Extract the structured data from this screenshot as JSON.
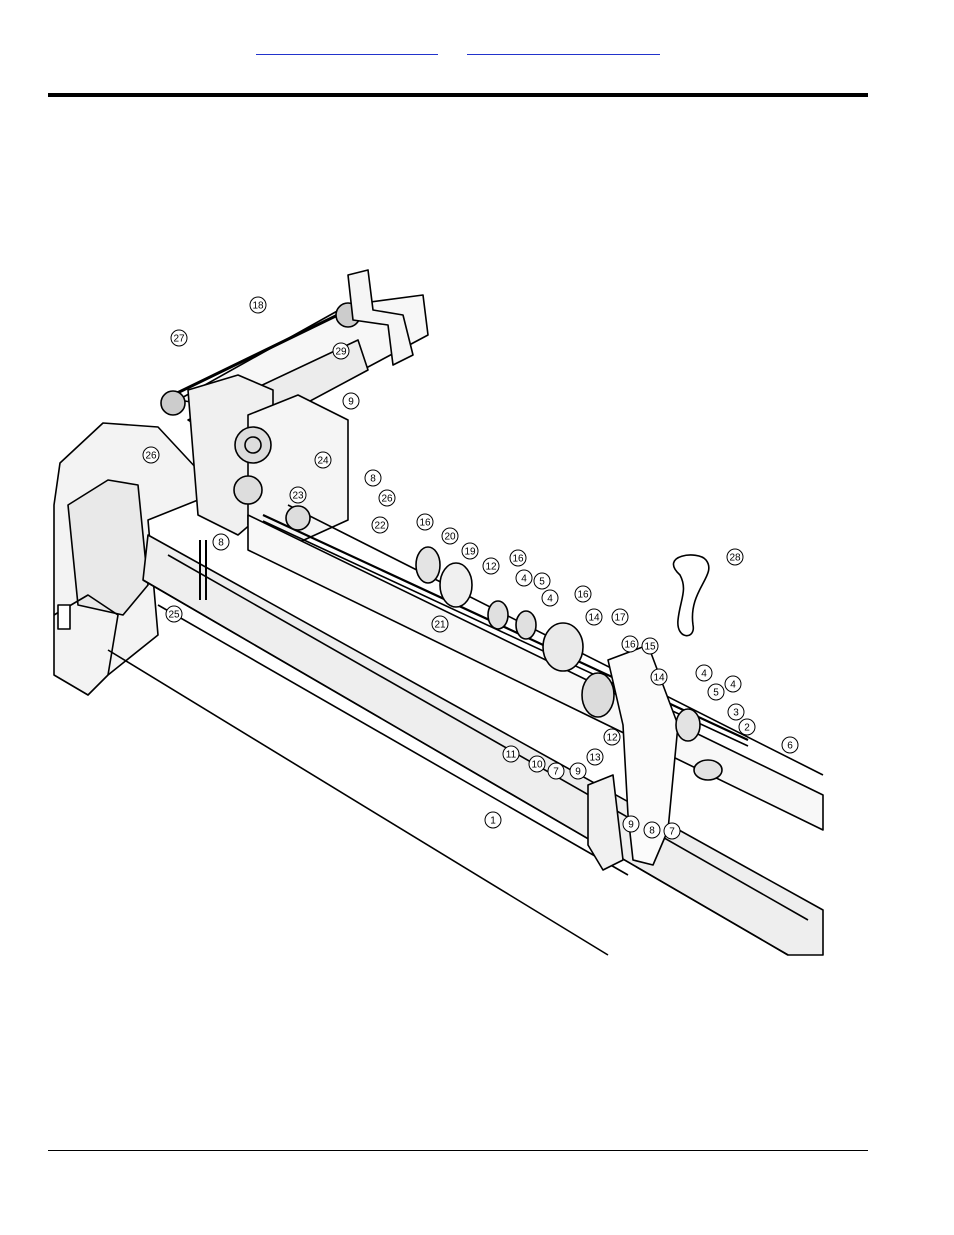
{
  "links": [
    "",
    ""
  ],
  "callouts": [
    "18",
    "27",
    "29",
    "9",
    "26",
    "24",
    "8",
    "26",
    "8",
    "23",
    "22",
    "16",
    "20",
    "19",
    "12",
    "16",
    "4",
    "5",
    "4",
    "16",
    "21",
    "25",
    "28",
    "14",
    "17",
    "16",
    "15",
    "14",
    "4",
    "5",
    "4",
    "3",
    "2",
    "12",
    "13",
    "6",
    "11",
    "10",
    "7",
    "9",
    "1",
    "9",
    "8",
    "7"
  ]
}
